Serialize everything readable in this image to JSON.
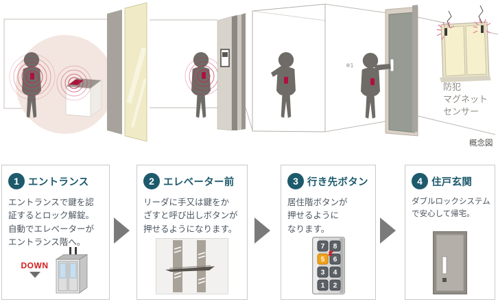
{
  "illustration": {
    "caption": "概念図",
    "footnote": "※1",
    "sensor_label": {
      "line1": "防犯",
      "line2": "マグネット",
      "line3": "センサー"
    }
  },
  "steps": [
    {
      "number": "1",
      "title": "エントランス",
      "body_lines": [
        "エントランスで鍵を認",
        "証するとロック解錠。",
        "自動でエレベーターが",
        "エントランス階へ。"
      ],
      "down_label": "DOWN"
    },
    {
      "number": "2",
      "title": "エレベーター前",
      "body_lines": [
        "リーダに手又は鍵をか",
        "ざすと呼び出しボタンが",
        "押せるようになります。"
      ]
    },
    {
      "number": "3",
      "title": "行き先ボタン",
      "body_lines": [
        "居住階ボタンが",
        "押せるように",
        "なります。"
      ],
      "buttons": [
        "7",
        "8",
        "5",
        "6",
        "3",
        "4",
        "1",
        "2"
      ],
      "highlighted_button": "5"
    },
    {
      "number": "4",
      "title": "住戸玄関",
      "body_lines": [
        "ダブルロックシステム",
        "で安心して帰宅。"
      ]
    }
  ],
  "colors": {
    "accent_teal": "#1d5a6c",
    "body_text": "#4a545e",
    "flow_arrow_gray": "#7a7a7a",
    "down_red": "#d31c1c",
    "signal_red": "#c22c50",
    "key_red": "#b01040",
    "highlight_orange": "#f2a21a",
    "glass_yellow": "#f0ebc6",
    "pink_field": "#f3e6e0"
  }
}
